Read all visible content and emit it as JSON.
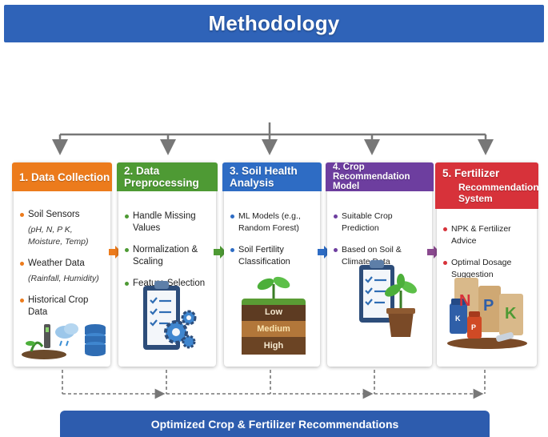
{
  "title": "Methodology",
  "footer": "Optimized Crop & Fertilizer Recommendations",
  "colors": {
    "banner": "#2f63b8",
    "step1": "#ec7b1c",
    "step2": "#4e9a34",
    "step3": "#2e6cc4",
    "step4": "#6d3e9f",
    "step5": "#d7323a",
    "connector": "#777777"
  },
  "steps": [
    {
      "title": "1. Data Collection",
      "items": [
        {
          "text": "Soil Sensors",
          "sub": "(pH, N, P K, Moisture, Temp)"
        },
        {
          "text": "Weather Data",
          "sub": "(Rainfall, Humidity)"
        },
        {
          "text": "Historical Crop Data"
        }
      ],
      "icon": "sensors-weather-database-icon"
    },
    {
      "title": "2. Data Preprocessing",
      "items": [
        {
          "text": "Handle Missing Values"
        },
        {
          "text": "Normalization & Scaling"
        },
        {
          "text": "Feature Selection"
        }
      ],
      "icon": "clipboard-gears-icon"
    },
    {
      "title": "3. Soil Health Analysis",
      "items": [
        {
          "text": "ML Models (e.g., Random Forest)"
        },
        {
          "text": "Soil Fertility Classification"
        }
      ],
      "icon": "soil-layers-icon",
      "soil_levels": [
        "Low",
        "Medium",
        "High"
      ]
    },
    {
      "title": "4. Crop Recommendation Model",
      "items": [
        {
          "text": "Suitable Crop Prediction"
        },
        {
          "text": "Based on Soil & Climate Data"
        }
      ],
      "icon": "checklist-plant-icon"
    },
    {
      "title_line1": "5. Fertilizer",
      "title_line2": "Recommendation System",
      "items": [
        {
          "text": "NPK & Fertilizer Advice"
        },
        {
          "text": "Optimal Dosage Suggestion"
        }
      ],
      "icon": "fertilizer-bags-icon",
      "bag_letters": [
        "N",
        "P",
        "K"
      ],
      "bottle_letters": [
        "K",
        "P"
      ]
    }
  ]
}
